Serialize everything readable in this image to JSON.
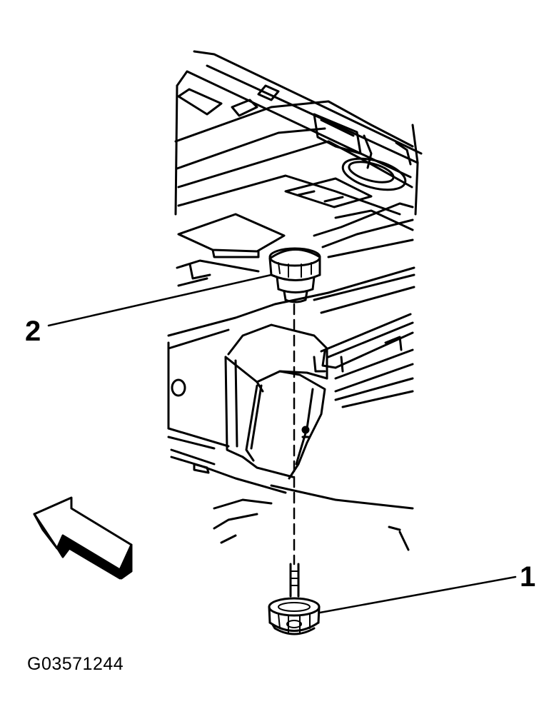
{
  "figure": {
    "figure_id": "G03571244",
    "callouts": [
      {
        "number": "1",
        "part": "lower-mount-cushion"
      },
      {
        "number": "2",
        "part": "upper-mount-cushion"
      }
    ],
    "direction_arrow": "front-direction-arrow",
    "colors": {
      "line": "#000000",
      "background": "#ffffff"
    }
  }
}
